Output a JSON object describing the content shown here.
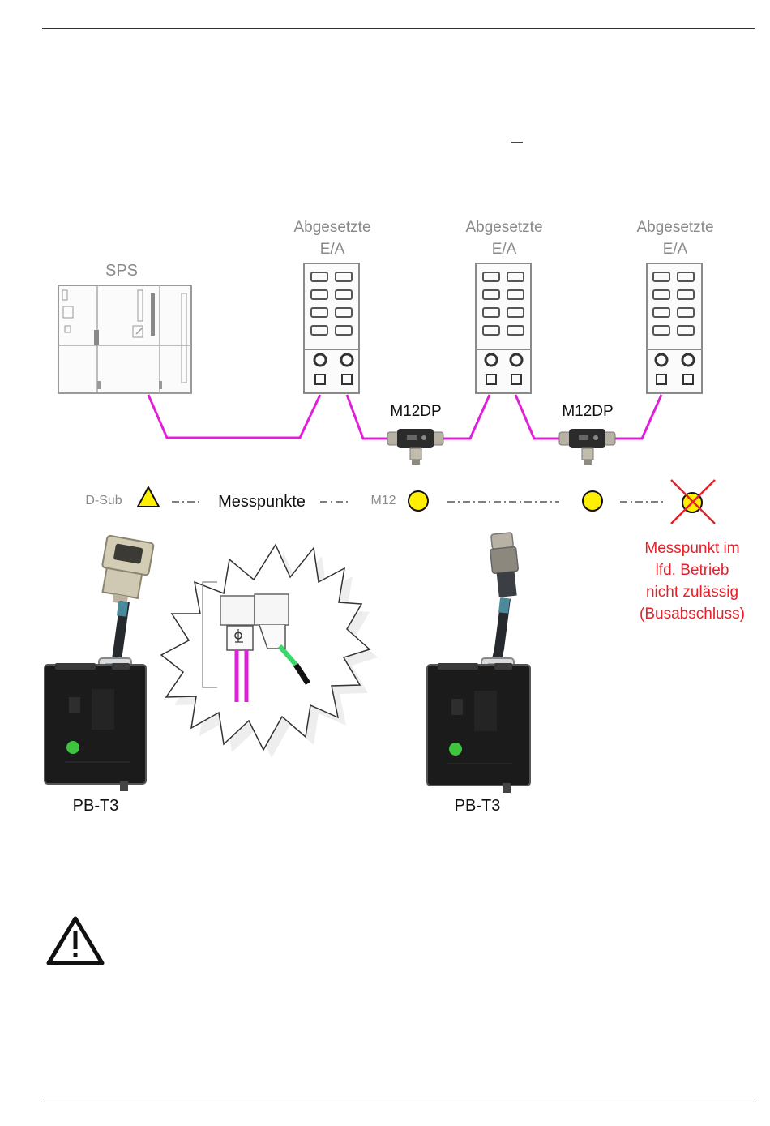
{
  "diagram": {
    "plc_label": "SPS",
    "io_modules": [
      {
        "title_line1": "Abgesetzte",
        "title_line2": "E/A"
      },
      {
        "title_line1": "Abgesetzte",
        "title_line2": "E/A"
      },
      {
        "title_line1": "Abgesetzte",
        "title_line2": "E/A"
      }
    ],
    "tee_connectors": [
      "M12DP",
      "M12DP"
    ],
    "legend": {
      "dsub_label": "D-Sub",
      "measuring_points_label": "Messpunkte",
      "m12_label": "M12"
    },
    "not_allowed_note": [
      "Messpunkt im",
      "lfd. Betrieb",
      "nicht zulässig",
      "(Busabschluss)"
    ],
    "testers": [
      "PB-T3",
      "PB-T3"
    ],
    "colors": {
      "bus_cable": "#e020d8",
      "measure_point_fill": "#ffef00",
      "forbidden_cross": "#e8202a",
      "label_gray": "#8a8a8a"
    }
  }
}
